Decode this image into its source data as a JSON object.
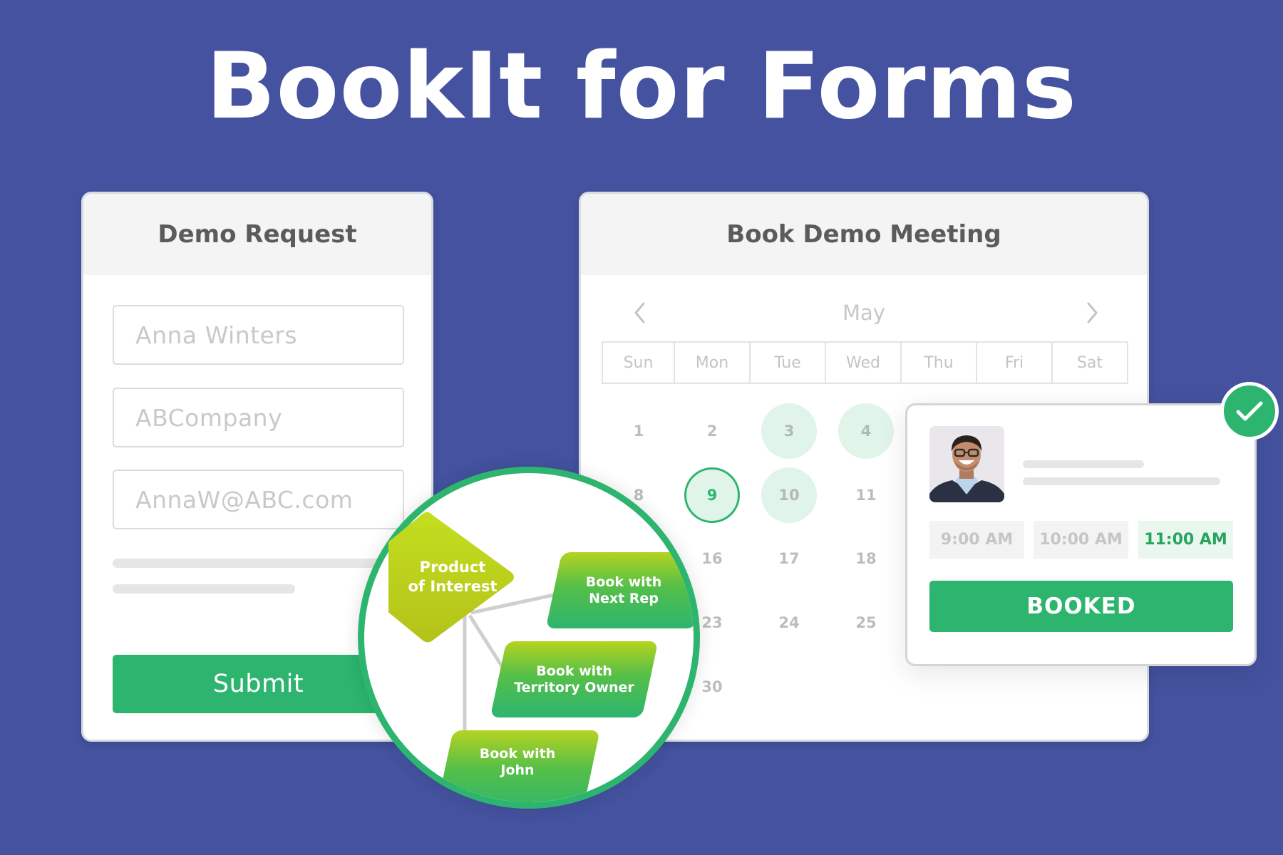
{
  "hero": {
    "title": "BookIt for Forms"
  },
  "colors": {
    "background": "#44529F",
    "accent_green": "#2DB56F",
    "lime": "#B5D320",
    "available_day": "#E1F4EA"
  },
  "demo_form": {
    "title": "Demo Request",
    "fields": [
      {
        "name": "full-name",
        "value": "Anna Winters"
      },
      {
        "name": "company",
        "value": "ABCompany"
      },
      {
        "name": "email",
        "value": "AnnaW@ABC.com"
      }
    ],
    "submit_label": "Submit"
  },
  "calendar": {
    "title": "Book Demo Meeting",
    "month": "May",
    "prev_icon": "chevron-left-icon",
    "next_icon": "chevron-right-icon",
    "weekdays": [
      "Sun",
      "Mon",
      "Tue",
      "Wed",
      "Thu",
      "Fri",
      "Sat"
    ],
    "weeks": [
      [
        "1",
        "2",
        "3",
        "4"
      ],
      [
        "8",
        "9",
        "10",
        "11"
      ],
      [
        "",
        "16",
        "17",
        "18"
      ],
      [
        "",
        "23",
        "24",
        "25"
      ],
      [
        "",
        "30",
        "",
        ""
      ]
    ],
    "available_days": [
      "3",
      "4",
      "10"
    ],
    "selected_day": "9"
  },
  "booking": {
    "avatar": "person-avatar",
    "time_slots": [
      {
        "label": "9:00 AM",
        "selected": false
      },
      {
        "label": "10:00 AM",
        "selected": false
      },
      {
        "label": "11:00 AM",
        "selected": true
      }
    ],
    "booked_label": "BOOKED",
    "status_icon": "check-icon"
  },
  "routing": {
    "decision": "Product of Interest",
    "decision_lines": [
      "Product",
      "of Interest"
    ],
    "outcomes": [
      {
        "lines": [
          "Book with",
          "Next Rep"
        ]
      },
      {
        "lines": [
          "Book with",
          "Territory Owner"
        ]
      },
      {
        "lines": [
          "Book with",
          "John"
        ]
      }
    ]
  }
}
